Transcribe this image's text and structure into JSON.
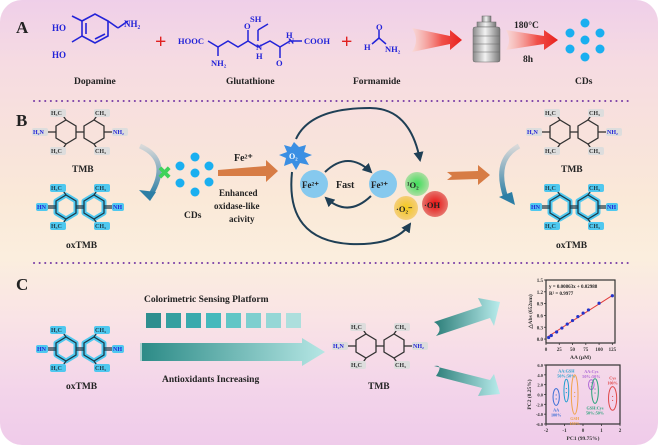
{
  "panels": {
    "A": {
      "label": "A",
      "reagents": [
        {
          "name": "Dopamine",
          "groups": {
            "ho1": "HO",
            "ho2": "HO",
            "nh2": "NH₂"
          }
        },
        {
          "name": "Glutathione",
          "groups": {
            "hooc": "HOOC",
            "nh2": "NH₂",
            "sh": "SH",
            "o1": "O",
            "o2": "O",
            "nh_a": "N",
            "h_a": "H",
            "nh_b": "N",
            "h_b": "H",
            "cooh": "COOH"
          }
        },
        {
          "name": "Formamide",
          "groups": {
            "o": "O",
            "h": "H",
            "nh2": "NH₂"
          }
        }
      ],
      "plus_symbol": "+",
      "condition_temp": "180°C",
      "condition_time": "8h",
      "product": "CDs"
    },
    "B": {
      "label": "B",
      "tmb_label": "TMB",
      "oxtmb_label": "oxTMB",
      "cds_label": "CDs",
      "fe2_label": "Fe²⁺",
      "enhanced_text": [
        "Enhanced",
        "oxidase-like",
        "acivity"
      ],
      "o2_label": "O₂",
      "cycle": {
        "fe2": "Fe²⁺",
        "fast": "Fast",
        "fe3": "Fe³⁺"
      },
      "ros": {
        "singlet_o2": "¹O₂",
        "superoxide": "·O₂⁻",
        "hydroxyl": "·OH"
      },
      "block_symbol": "✖",
      "right_tmb_label": "TMB",
      "right_oxtmb_label": "oxTMB"
    },
    "C": {
      "label": "C",
      "platform_title": "Colorimetric Sensing Platform",
      "swatch_colors": [
        "#2e8f8f",
        "#35a0a0",
        "#3aaaad",
        "#45b9bc",
        "#62c6c6",
        "#7ecfcf",
        "#95d7d6",
        "#addfdd"
      ],
      "arrow_caption": "Antioxidants Increasing",
      "oxtmb_label": "oxTMB",
      "tmb_label": "TMB"
    }
  },
  "molecule_atoms": {
    "h3c": "H₃C",
    "ch3": "CH₃",
    "h2n": "H₂N",
    "nh2": "NH₂",
    "hn": "HN",
    "nh": "NH"
  },
  "chart_data": [
    {
      "type": "scatter",
      "title": "",
      "xlabel": "AA (μM)",
      "ylabel": "△Abs (652nm)",
      "xlim": [
        0,
        130
      ],
      "ylim": [
        -0.1,
        1.5
      ],
      "xticks": [
        "0",
        "25",
        "50",
        "75",
        "100",
        "125"
      ],
      "yticks": [
        "0.0",
        "0.3",
        "0.6",
        "0.9",
        "1.2",
        "1.5"
      ],
      "x": [
        5,
        10,
        20,
        30,
        40,
        50,
        60,
        70,
        80,
        100,
        125
      ],
      "y": [
        0.04,
        0.09,
        0.18,
        0.28,
        0.38,
        0.47,
        0.57,
        0.66,
        0.74,
        0.91,
        1.1
      ],
      "fit": {
        "slope": 0.00863,
        "intercept": 0.02988,
        "equation": "y = 0.00863x + 0.02988",
        "r2": "R² = 0.9977"
      },
      "point_color": "#2433c9",
      "line_color": "#e03a3a"
    },
    {
      "type": "scatter",
      "title": "",
      "xlabel": "PC1 (99.75%)",
      "ylabel": "PC2 (0.25%)",
      "xlim": [
        -2,
        2
      ],
      "ylim": [
        -6,
        6
      ],
      "xticks": [
        "-2",
        "-1",
        "0",
        "1",
        "2"
      ],
      "yticks": [
        "6.0",
        "4.0",
        "2.0",
        "0.0",
        "-2.0",
        "-4.0",
        "-6.0"
      ],
      "groups": [
        {
          "name": "AA",
          "sub": "100%",
          "cx": -1.45,
          "cy": -0.5,
          "rx": 0.17,
          "ry": 1.7,
          "color": "#3b6fd6"
        },
        {
          "name": "AA:GSH",
          "sub": "50%:50%",
          "cx": -0.9,
          "cy": 0.8,
          "rx": 0.13,
          "ry": 2.3,
          "color": "#1e9ecf"
        },
        {
          "name": "GSH",
          "sub": "100%",
          "cx": -0.45,
          "cy": 0.0,
          "rx": 0.18,
          "ry": 4.0,
          "color": "#f0a24a"
        },
        {
          "name": "AA:Cys",
          "sub": "50%:50%",
          "cx": 0.45,
          "cy": 2.0,
          "rx": 0.15,
          "ry": 1.0,
          "color": "#b06ad6"
        },
        {
          "name": "GSH:Cys",
          "sub": "50%:50%",
          "cx": 0.65,
          "cy": 0.7,
          "rx": 0.18,
          "ry": 2.5,
          "color": "#2aa37a"
        },
        {
          "name": "Cys",
          "sub": "100%",
          "cx": 1.6,
          "cy": -0.8,
          "rx": 0.22,
          "ry": 2.4,
          "color": "#e04848"
        }
      ]
    }
  ]
}
